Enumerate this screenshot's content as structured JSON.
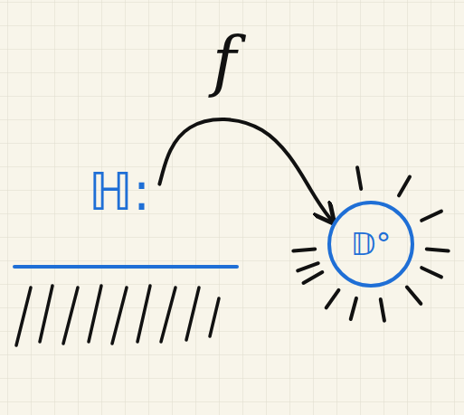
{
  "diagram": {
    "nodes": [
      {
        "text": [
          "ℍ:"
        ]
      },
      {
        "text": [
          "𝔻°"
        ]
      }
    ],
    "edges": [
      {
        "from": 0,
        "to": 1,
        "arrow": "to",
        "label": "f"
      }
    ]
  }
}
